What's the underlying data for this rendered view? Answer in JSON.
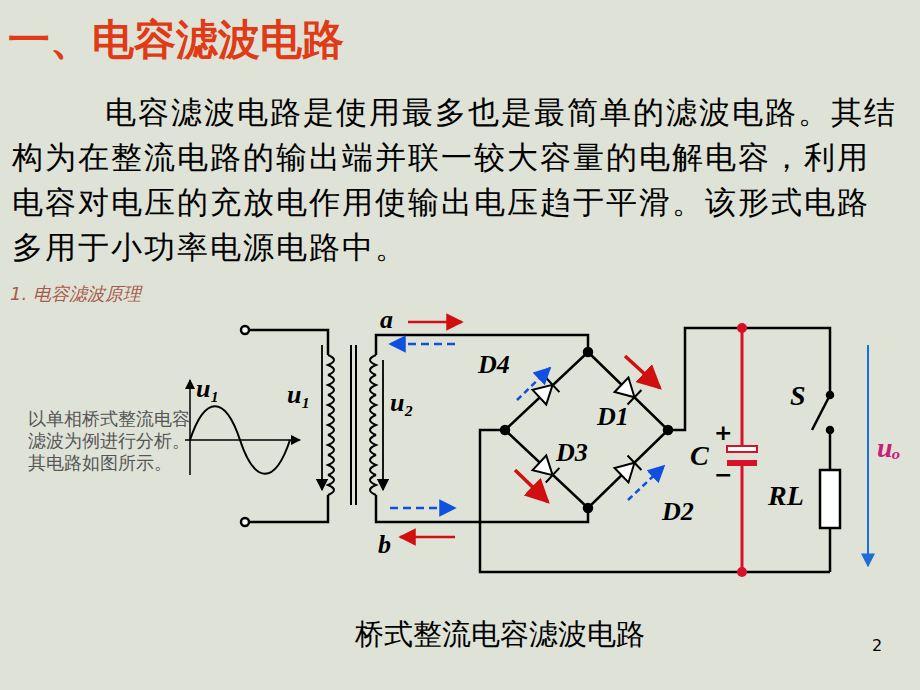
{
  "diagram": {
    "title": "一、电容滤波电路",
    "caption": "桥式整流电容滤波电路",
    "labels": [
      "电容滤波电路是使用最多也是最简单的滤波电路。其结构为在整流电路的输出端并联一较大容量的电解电容，利用电容对电压的充放电作用使输出电压趋于平滑。该形式电路多用于小功率电源电路中。",
      "1.  电容滤波原理",
      "以单相桥式整流电容滤波为例进行分析。其电路如图所示。",
      "u₁",
      "u₁",
      "u₂",
      "a",
      "b",
      "D4",
      "D1",
      "D3",
      "D2",
      "C",
      "+",
      "−",
      "S",
      "RL",
      "uₒ",
      "2"
    ]
  }
}
